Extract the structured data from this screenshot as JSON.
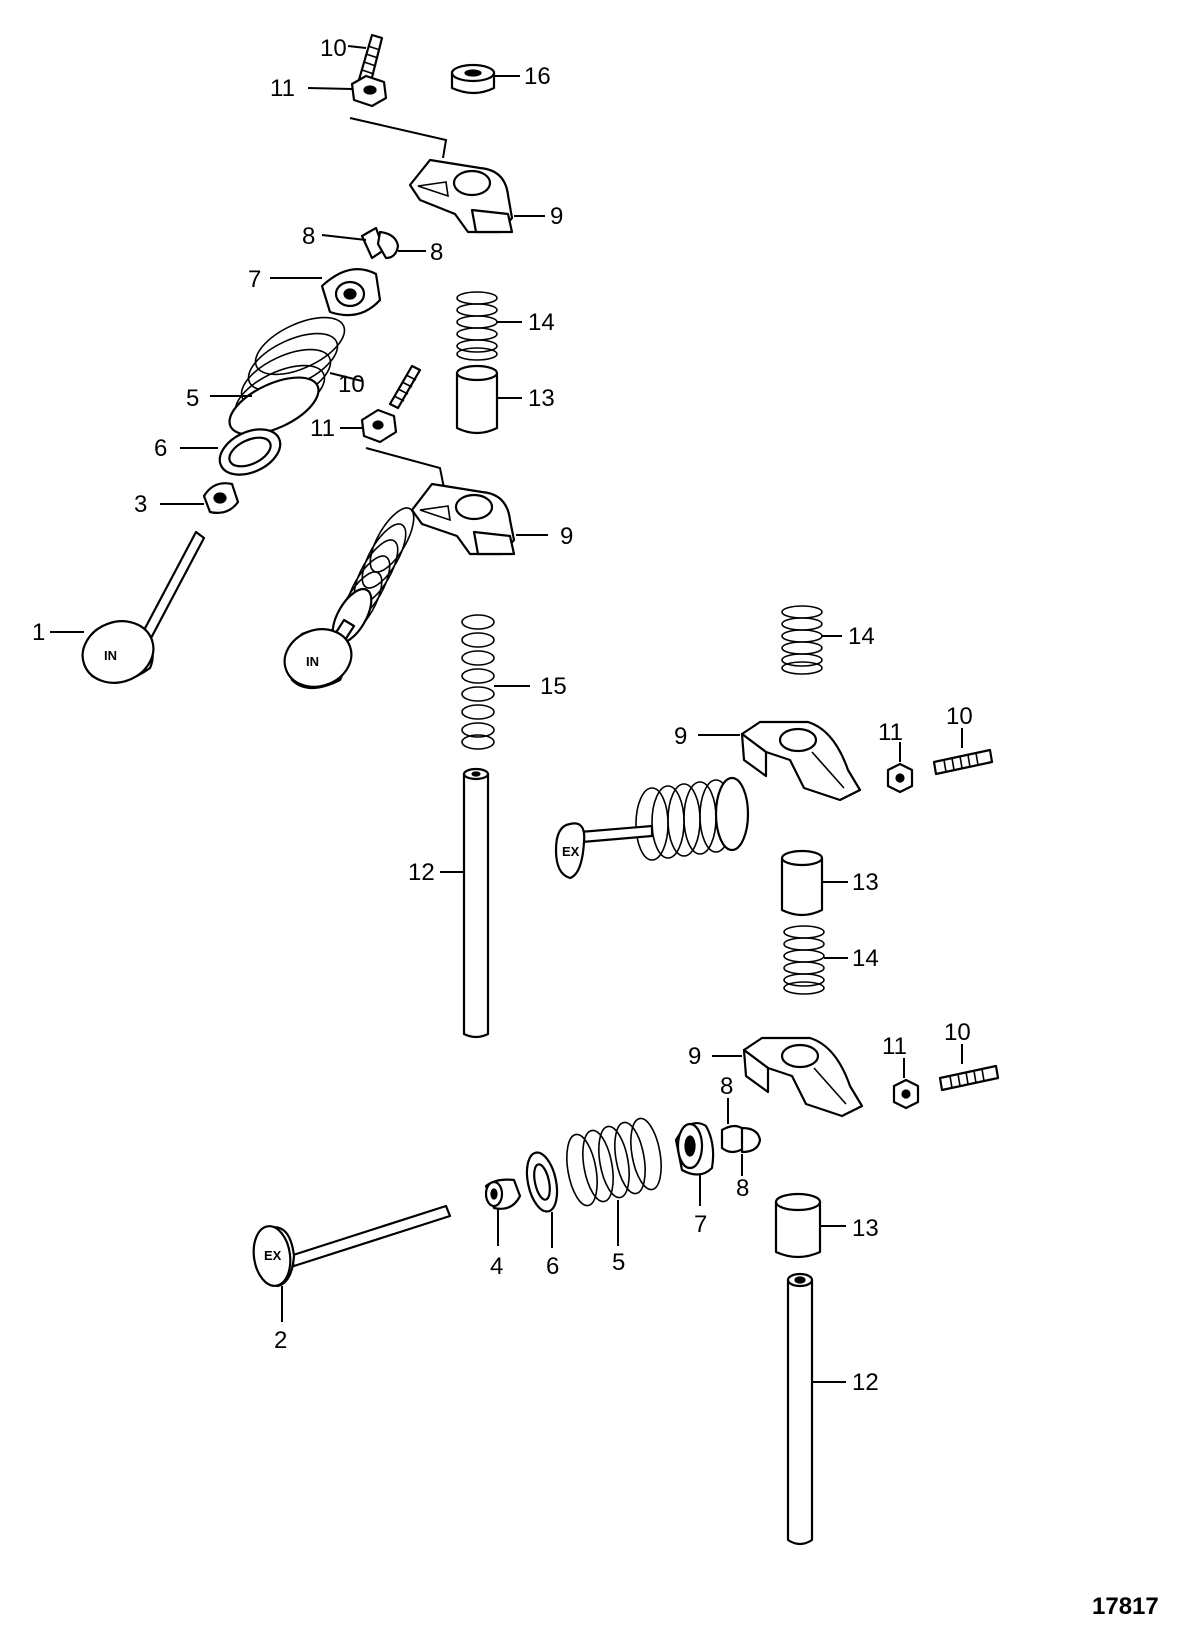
{
  "figure_number": "17817",
  "valve_marks": {
    "intake": "IN",
    "exhaust": "EX"
  },
  "callouts": [
    {
      "id": "c10a",
      "text": "10"
    },
    {
      "id": "c11a",
      "text": "11"
    },
    {
      "id": "c16",
      "text": "16"
    },
    {
      "id": "c9a",
      "text": "9"
    },
    {
      "id": "c8a",
      "text": "8"
    },
    {
      "id": "c8b",
      "text": "8"
    },
    {
      "id": "c7a",
      "text": "7"
    },
    {
      "id": "c14a",
      "text": "14"
    },
    {
      "id": "c5a",
      "text": "5"
    },
    {
      "id": "c10b",
      "text": "10"
    },
    {
      "id": "c13a",
      "text": "13"
    },
    {
      "id": "c11b",
      "text": "11"
    },
    {
      "id": "c6a",
      "text": "6"
    },
    {
      "id": "c3",
      "text": "3"
    },
    {
      "id": "c9b",
      "text": "9"
    },
    {
      "id": "c1",
      "text": "1"
    },
    {
      "id": "c14b",
      "text": "14"
    },
    {
      "id": "c15",
      "text": "15"
    },
    {
      "id": "c9c",
      "text": "9"
    },
    {
      "id": "c11c",
      "text": "11"
    },
    {
      "id": "c10c",
      "text": "10"
    },
    {
      "id": "c12a",
      "text": "12"
    },
    {
      "id": "c13b",
      "text": "13"
    },
    {
      "id": "c14c",
      "text": "14"
    },
    {
      "id": "c9d",
      "text": "9"
    },
    {
      "id": "c11d",
      "text": "11"
    },
    {
      "id": "c10d",
      "text": "10"
    },
    {
      "id": "c8c",
      "text": "8"
    },
    {
      "id": "c8d",
      "text": "8"
    },
    {
      "id": "c4",
      "text": "4"
    },
    {
      "id": "c6b",
      "text": "6"
    },
    {
      "id": "c5b",
      "text": "5"
    },
    {
      "id": "c7b",
      "text": "7"
    },
    {
      "id": "c13c",
      "text": "13"
    },
    {
      "id": "c2",
      "text": "2"
    },
    {
      "id": "c12b",
      "text": "12"
    }
  ]
}
